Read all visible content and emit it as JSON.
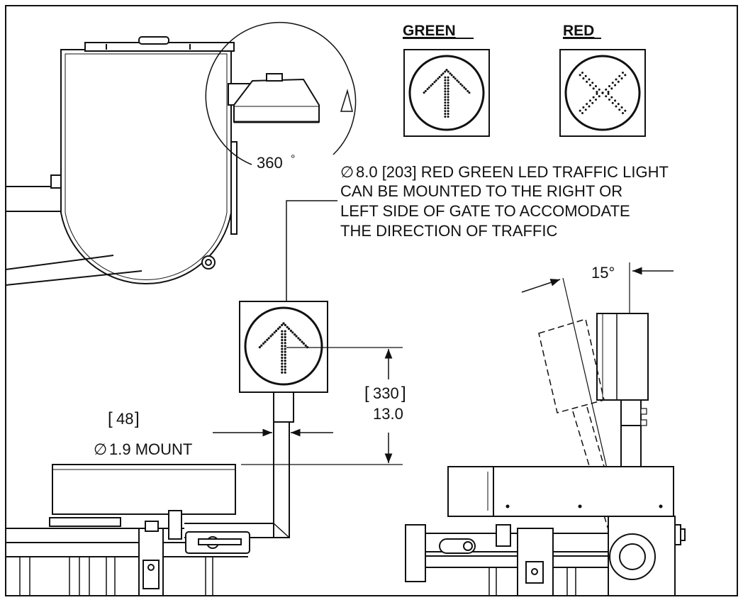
{
  "legend": {
    "green_heading": "GREEN",
    "red_heading": "RED",
    "green_icon": "up-arrow-led-icon",
    "red_icon": "x-led-icon"
  },
  "rotation_label": "360",
  "rotation_unit": "°",
  "callout": {
    "diameter_symbol": "∅",
    "line1": "8.0 [203] RED GREEN LED TRAFFIC LIGHT",
    "line2": "CAN BE MOUNTED TO THE RIGHT OR",
    "line3": "LEFT SIDE OF GATE TO ACCOMODATE",
    "line4": "THE DIRECTION OF TRAFFIC"
  },
  "mount_dim": {
    "metric": "48",
    "diameter_symbol": "∅",
    "imperial": "1.9 MOUNT"
  },
  "height_dim": {
    "metric": "330",
    "imperial": "13.0"
  },
  "tilt_dim": {
    "angle": "15°"
  },
  "colors": {
    "line": "#111111",
    "background": "#ffffff"
  }
}
